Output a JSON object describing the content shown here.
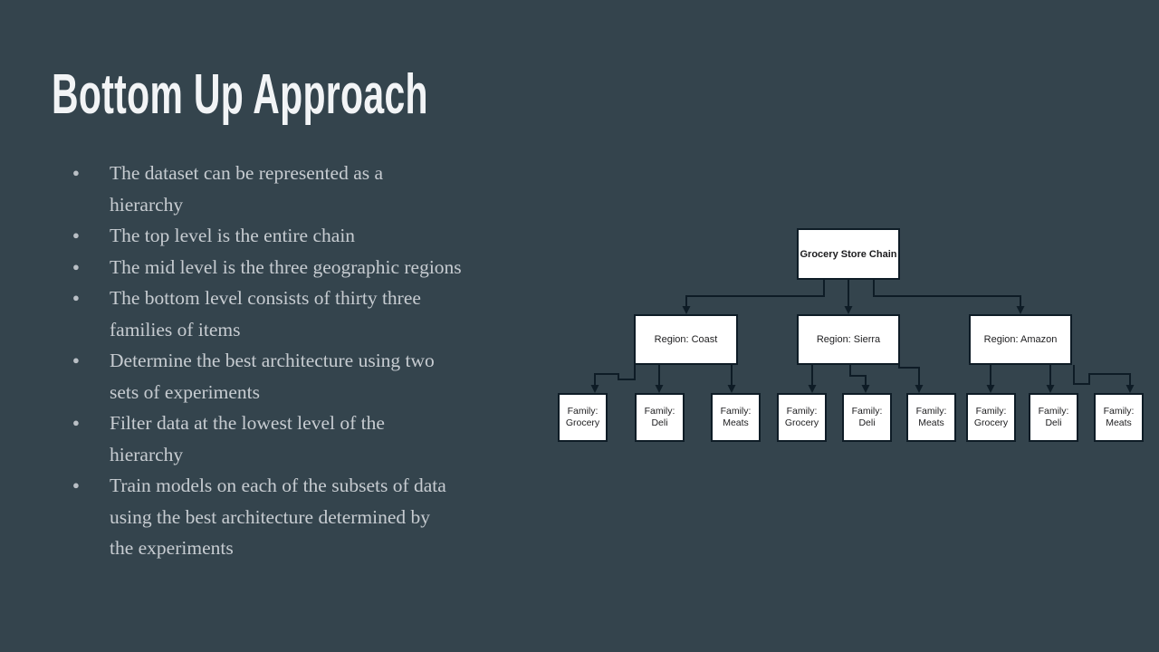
{
  "slide": {
    "title": "Bottom Up Approach",
    "bullet_glyph": "●",
    "bullets": [
      {
        "lines": [
          "The dataset can be represented as a",
          "hierarchy"
        ]
      },
      {
        "lines": [
          "The top level is the entire chain"
        ]
      },
      {
        "lines": [
          "The mid level is the three geographic regions"
        ]
      },
      {
        "lines": [
          "The bottom level consists of thirty three",
          "families of items"
        ]
      },
      {
        "lines": [
          "Determine the best architecture using two",
          "sets of experiments"
        ]
      },
      {
        "lines": [
          "Filter data at the lowest level of the",
          "hierarchy"
        ]
      },
      {
        "lines": [
          "Train models on each of the subsets of data",
          "using the best architecture determined by",
          "the experiments"
        ]
      }
    ]
  },
  "diagram": {
    "root": {
      "label": "Grocery Store Chain"
    },
    "regions": [
      {
        "label": "Region: Coast"
      },
      {
        "label": "Region: Sierra"
      },
      {
        "label": "Region: Amazon"
      }
    ],
    "families": [
      {
        "label": "Family: Grocery"
      },
      {
        "label": "Family: Deli"
      },
      {
        "label": "Family: Meats"
      },
      {
        "label": "Family: Grocery"
      },
      {
        "label": "Family: Deli"
      },
      {
        "label": "Family: Meats"
      },
      {
        "label": "Family: Grocery"
      },
      {
        "label": "Family: Deli"
      },
      {
        "label": "Family: Meats"
      }
    ]
  },
  "colors": {
    "background": "#34444d",
    "title_text": "#f2f4f6",
    "bullet_text": "#c7ccd1",
    "box_fill": "#ffffff",
    "box_border": "#0e1c26",
    "connector": "#0e1c26",
    "box_text": "#1d1d1f"
  }
}
